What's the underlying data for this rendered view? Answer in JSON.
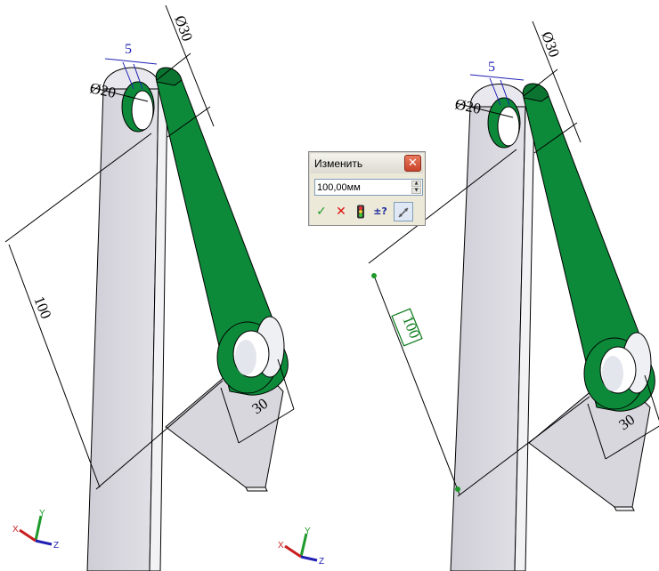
{
  "dialog": {
    "title": "Изменить",
    "value": "100,00мм",
    "close_glyph": "✕",
    "buttons": {
      "ok": "✓",
      "cancel": "✕",
      "mark_dimension": "±?"
    }
  },
  "left_view": {
    "dims": {
      "dia_large": "Ø30",
      "dia_small": "Ø20",
      "thickness": "5",
      "length": "100",
      "width": "30"
    }
  },
  "right_view": {
    "dims": {
      "dia_large": "Ø30",
      "dia_small": "Ø20",
      "thickness": "5",
      "length": "100",
      "width": "30"
    }
  },
  "triad": {
    "x": "X",
    "y": "Y",
    "z": "Z"
  },
  "colors": {
    "part_green": "#0c8a3a",
    "part_gray": "#d7d6dc",
    "dim_blue": "#1f1fb4",
    "selected_dim": "#0a7a1a"
  }
}
